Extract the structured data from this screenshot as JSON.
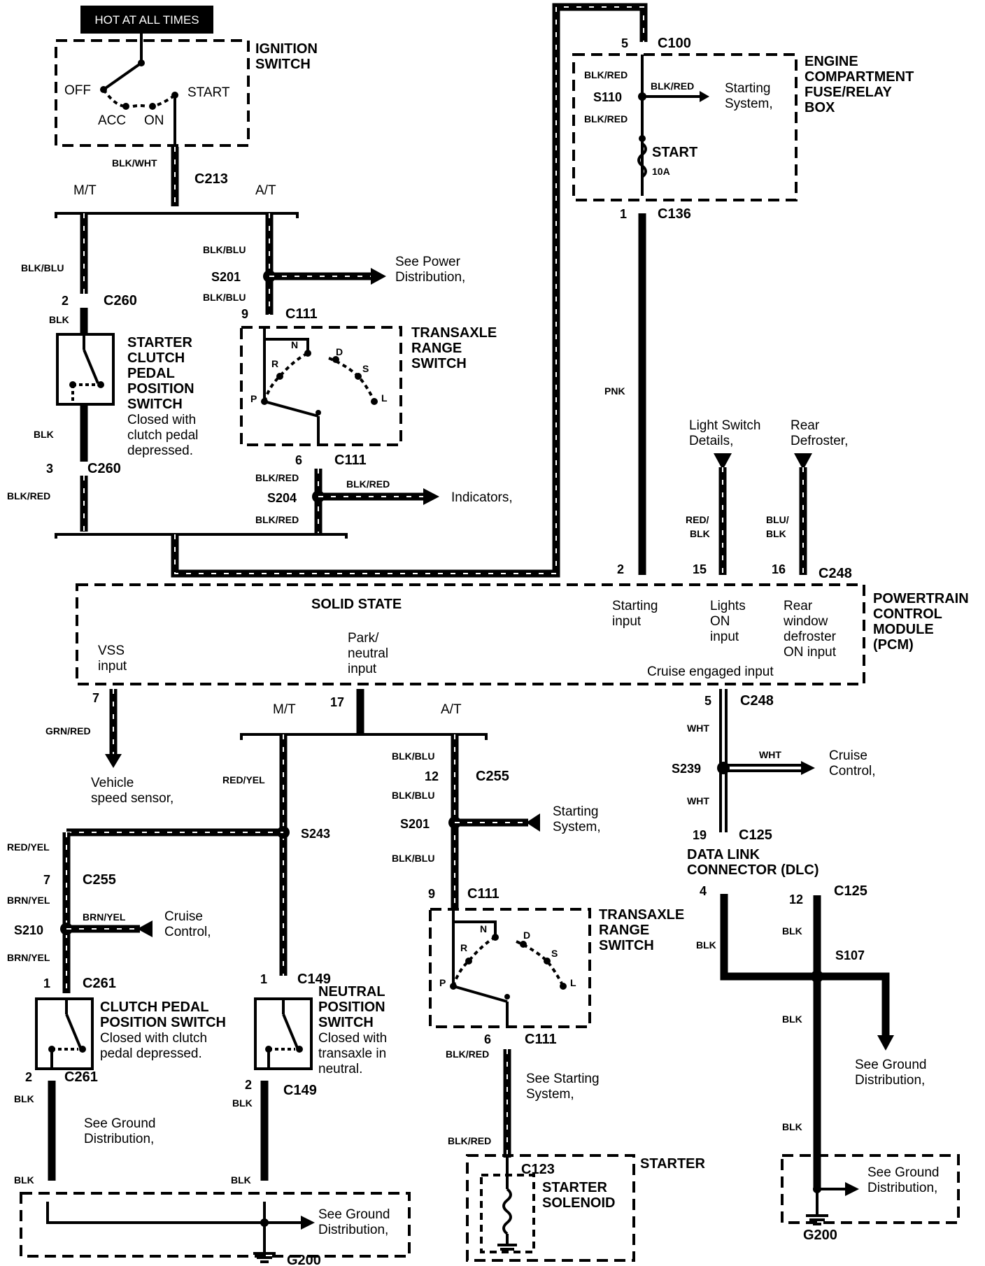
{
  "hot_label": "HOT AT ALL TIMES",
  "ignition": {
    "title_line1": "IGNITION",
    "title_line2": "SWITCH",
    "off": "OFF",
    "acc": "ACC",
    "on": "ON",
    "start": "START"
  },
  "wires": {
    "blk_wht": "BLK/WHT",
    "blk_blu": "BLK/BLU",
    "blk": "BLK",
    "blk_red": "BLK/RED",
    "pnk": "PNK",
    "red_blk_1": "RED/",
    "red_blk_2": "BLK",
    "blu_blk_1": "BLU/",
    "blu_blk_2": "BLK",
    "grn_red": "GRN/RED",
    "red_yel": "RED/YEL",
    "brn_yel": "BRN/YEL",
    "wht": "WHT"
  },
  "connectors": {
    "c100": "C100",
    "c136": "C136",
    "c213": "C213",
    "c260": "C260",
    "c111": "C111",
    "c248": "C248",
    "c255": "C255",
    "c261": "C261",
    "c149": "C149",
    "c125": "C125",
    "c123": "C123"
  },
  "splices": {
    "s110": "S110",
    "s201": "S201",
    "s204": "S204",
    "s239": "S239",
    "s243": "S243",
    "s210": "S210",
    "s107": "S107"
  },
  "pins": {
    "p1": "1",
    "p2": "2",
    "p3": "3",
    "p4": "4",
    "p5": "5",
    "p6": "6",
    "p7": "7",
    "p9": "9",
    "p12": "12",
    "p15": "15",
    "p16": "16",
    "p17": "17",
    "p19": "19"
  },
  "branches": {
    "mt": "M/T",
    "at": "A/T"
  },
  "fuse_box": {
    "title_line1": "ENGINE",
    "title_line2": "COMPARTMENT",
    "title_line3": "FUSE/RELAY",
    "title_line4": "BOX",
    "fuse_name": "START",
    "fuse_rating": "10A",
    "starting_ref_1": "Starting",
    "starting_ref_2": "System,"
  },
  "refs": {
    "power_dist_1": "See Power",
    "power_dist_2": "Distribution,",
    "indicators": "Indicators,",
    "light_switch_1": "Light Switch",
    "light_switch_2": "Details,",
    "rear_defroster_1": "Rear",
    "rear_defroster_2": "Defroster,",
    "vss_1": "Vehicle",
    "vss_2": "speed sensor,",
    "cruise_1": "Cruise",
    "cruise_2": "Control,",
    "starting_1": "Starting",
    "starting_2": "System,",
    "see_starting_1": "See Starting",
    "see_starting_2": "System,",
    "ground_1": "See Ground",
    "ground_2": "Distribution,"
  },
  "starter_clutch": {
    "title_line1": "STARTER",
    "title_line2": "CLUTCH",
    "title_line3": "PEDAL",
    "title_line4": "POSITION",
    "title_line5": "SWITCH",
    "note_line1": "Closed with",
    "note_line2": "clutch pedal",
    "note_line3": "depressed."
  },
  "trs": {
    "title_line1": "TRANSAXLE",
    "title_line2": "RANGE",
    "title_line3": "SWITCH",
    "p": "P",
    "r": "R",
    "n": "N",
    "d": "D",
    "s": "S",
    "l": "L"
  },
  "pcm": {
    "solid_state": "SOLID STATE",
    "starting_input_1": "Starting",
    "starting_input_2": "input",
    "lights_on_1": "Lights",
    "lights_on_2": "ON",
    "lights_on_3": "input",
    "rear_window_1": "Rear",
    "rear_window_2": "window",
    "rear_window_3": "defroster",
    "rear_window_4": "ON input",
    "vss_input_1": "VSS",
    "vss_input_2": "input",
    "park_neutral_1": "Park/",
    "park_neutral_2": "neutral",
    "park_neutral_3": "input",
    "cruise_engaged": "Cruise engaged input",
    "title_line1": "POWERTRAIN",
    "title_line2": "CONTROL",
    "title_line3": "MODULE",
    "title_line4": "(PCM)"
  },
  "dlc": {
    "title_line1": "DATA LINK",
    "title_line2": "CONNECTOR (DLC)"
  },
  "clutch_pedal": {
    "title_line1": "CLUTCH PEDAL",
    "title_line2": "POSITION SWITCH",
    "note_line1": "Closed with clutch",
    "note_line2": "pedal depressed."
  },
  "neutral_switch": {
    "title_line1": "NEUTRAL",
    "title_line2": "POSITION",
    "title_line3": "SWITCH",
    "note_line1": "Closed with",
    "note_line2": "transaxle in",
    "note_line3": "neutral."
  },
  "starter": {
    "title": "STARTER",
    "solenoid_line1": "STARTER",
    "solenoid_line2": "SOLENOID"
  },
  "ground": {
    "g200": "G200"
  }
}
